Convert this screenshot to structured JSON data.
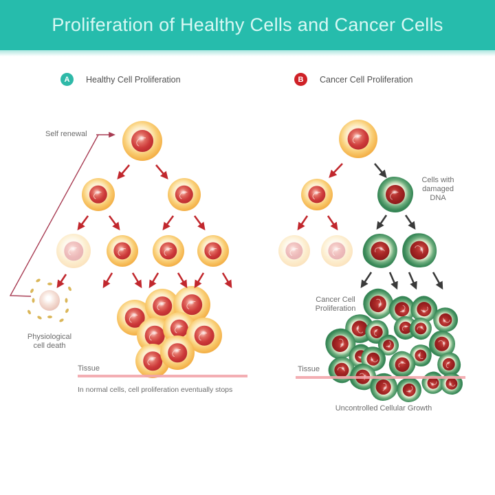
{
  "title": "Proliferation of Healthy Cells and Cancer Cells",
  "legend": {
    "a_letter": "A",
    "a_label": "Healthy Cell Proliferation",
    "b_letter": "B",
    "b_label": "Cancer Cell Proliferation"
  },
  "healthy_panel": {
    "self_renewal": "Self renewal",
    "cell_death": "Physiological\ncell death",
    "tissue": "Tissue",
    "caption": "In normal cells, cell proliferation eventually stops"
  },
  "cancer_panel": {
    "damaged_dna": "Cells with\ndamaged\nDNA",
    "proliferation": "Cancer Cell\nProliferation",
    "tissue": "Tissue",
    "caption": "Uncontrolled Cellular Growth"
  },
  "colors": {
    "banner_teal": "#26bcac",
    "badge_a_teal": "#2eb9a8",
    "badge_b_red": "#cf2127",
    "healthy_cell_orange": "#f0a63c",
    "cancer_cell_green": "#2e7e50",
    "nucleus_red": "#c0282c",
    "arrow_red": "#c1272d",
    "arrow_black": "#3a3a3a",
    "self_renewal_line": "#a73b52",
    "tissue_line_pink": "#f2a6ab",
    "label_gray": "#6b6b6b"
  }
}
